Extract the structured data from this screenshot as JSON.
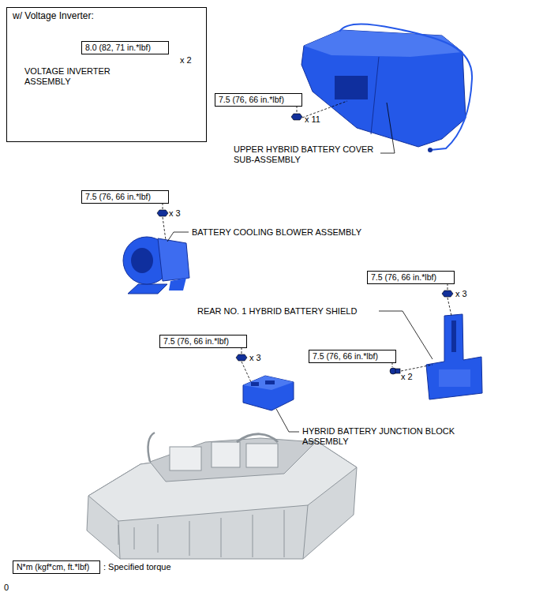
{
  "diagram": {
    "nodes": [
      {
        "text": [
          "w/ Voltage Inverter:"
        ]
      },
      {
        "text": [
          "8.0 (82, 71 in.*lbf)"
        ],
        "in": 0
      },
      {
        "text": [
          "7.5 (76, 66 in.*lbf)"
        ]
      },
      {
        "text": [
          "7.5 (76, 66 in.*lbf)"
        ]
      },
      {
        "text": [
          "7.5 (76, 66 in.*lbf)"
        ]
      },
      {
        "text": [
          "7.5 (76, 66 in.*lbf)"
        ]
      },
      {
        "text": [
          "7.5 (76, 66 in.*lbf)"
        ]
      },
      {
        "text": [
          "N*m (kgf*cm, ft.*lbf)"
        ]
      }
    ],
    "labels": [
      "x 2",
      "VOLTAGE INVERTER ASSEMBLY",
      "x 11",
      "UPPER HYBRID BATTERY COVER SUB-ASSEMBLY",
      "x 3",
      "BATTERY COOLING BLOWER ASSEMBLY",
      "x 3",
      "REAR NO. 1 HYBRID BATTERY SHIELD",
      "x 2",
      "x 3",
      "HYBRID BATTERY JUNCTION BLOCK ASSEMBLY",
      "0"
    ],
    "legend": [
      {
        "text": ": Specified torque"
      }
    ]
  }
}
